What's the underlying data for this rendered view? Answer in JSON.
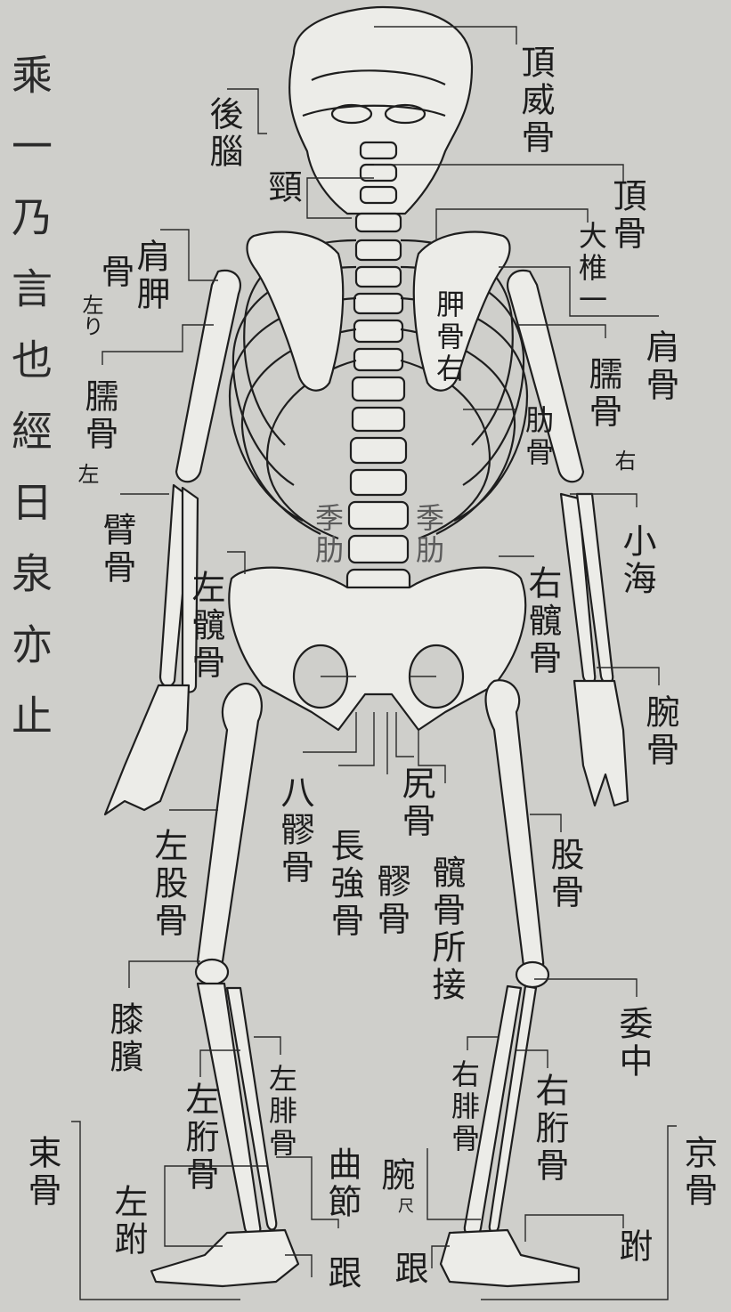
{
  "edge_text": "乘一乃言也經日泉亦止",
  "labels": {
    "dingwei": "頂威骨",
    "hounao": "後腦",
    "jing": "頸",
    "dinggu": "頂骨",
    "dazhui": "大椎一",
    "jianjia": "肩胛",
    "jianjia_gu": "骨",
    "jianjia_zuo": "左り",
    "jiangu_r": "肩骨",
    "jiagu_r": "胛骨右",
    "nao_l": "臑骨",
    "nao_l_side": "左",
    "nao_r": "臑骨",
    "nao_r_side": "右",
    "leigu": "肋骨",
    "bigu": "臂骨",
    "xiaohai": "小海",
    "jile_l": "季肋",
    "jile_r": "季肋",
    "kuan_l": "左髖骨",
    "kuan_r": "右髖骨",
    "wangu": "腕骨",
    "baliao": "八髎骨",
    "changqiang": "長強骨",
    "kaogu": "尻骨",
    "liaogu": "髎骨",
    "kuansuojie": "髖骨所接",
    "gu_l": "左股骨",
    "gu_r": "股骨",
    "xibin": "膝臏",
    "weizhong": "委中",
    "fei_l": "左腓骨",
    "fei_r": "右腓骨",
    "heng_l": "左胻骨",
    "heng_r": "右胻骨",
    "qujie": "曲節",
    "wan_foot": "腕",
    "wan_foot_small": "尺",
    "shugu": "束骨",
    "jinggu": "京骨",
    "ji_l": "左跗",
    "ji_r": "跗",
    "gen_l": "跟",
    "gen_r": "跟"
  }
}
